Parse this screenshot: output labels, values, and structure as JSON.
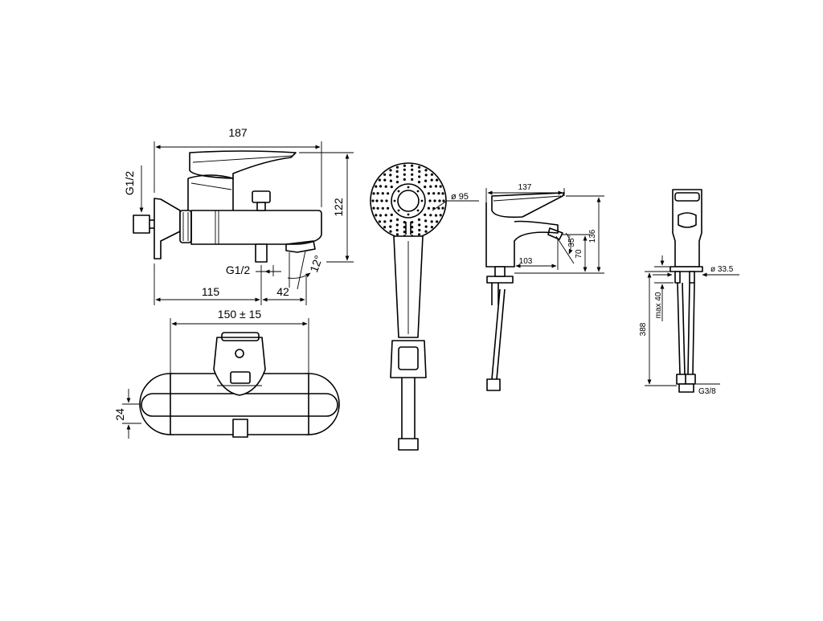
{
  "bath_mixer_side": {
    "width_overall": "187",
    "height": "122",
    "inlet_thread": "G1/2",
    "outlet_thread": "G1/2",
    "wall_to_axis": "115",
    "axis_to_spout": "42",
    "spout_angle": "12°"
  },
  "bath_mixer_front": {
    "centre_distance": "150 ± 15",
    "depth": "24"
  },
  "hand_shower": {
    "diameter": "ø 95"
  },
  "basin_mixer_side": {
    "length": "137",
    "height": "136",
    "spout_height": "70",
    "spout_reach": "103",
    "angle": "35°"
  },
  "basin_mixer_front": {
    "hole_diameter": "ø 33.5",
    "max_deck_thickness": "max 40",
    "hose_length": "388",
    "connection_thread": "G3/8"
  }
}
